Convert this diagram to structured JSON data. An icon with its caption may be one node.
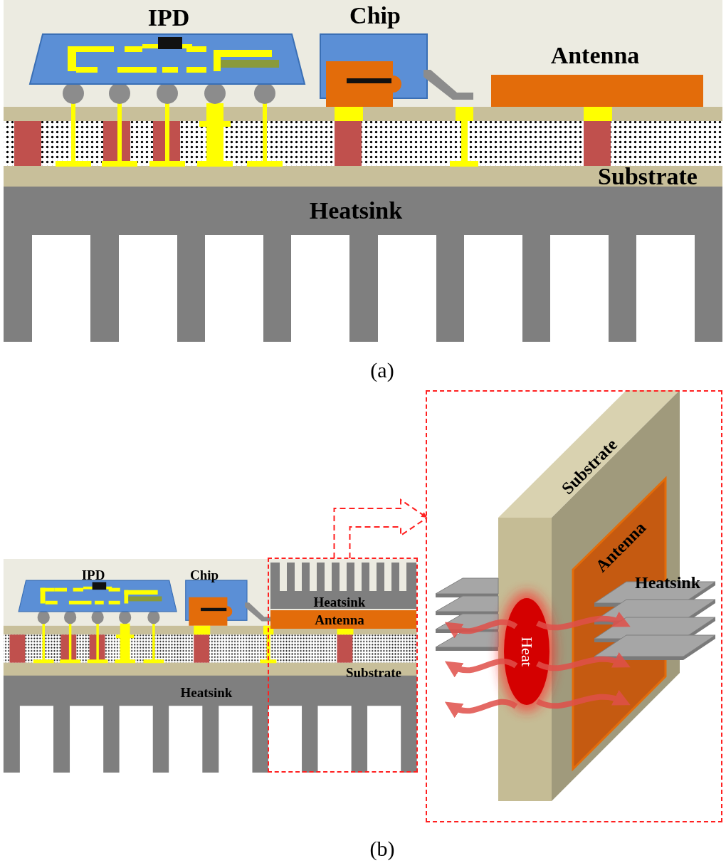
{
  "diagram": {
    "nodes": [
      {
        "text": [],
        "shape": "box"
      },
      {
        "text": [],
        "shape": "box"
      }
    ],
    "edges": [
      {
        "from": 0,
        "to": 1,
        "arrow": "to",
        "style": "dashed"
      }
    ],
    "labels": [
      "IPD",
      "Chip",
      "Antenna",
      "Substrate",
      "Heatsink",
      "(a)",
      "IPD",
      "Chip",
      "Heatsink",
      "Antenna",
      "Substrate",
      "Heatsink",
      "Substrate",
      "Antenna",
      "Heatsink",
      "Heat",
      "(b)"
    ]
  }
}
